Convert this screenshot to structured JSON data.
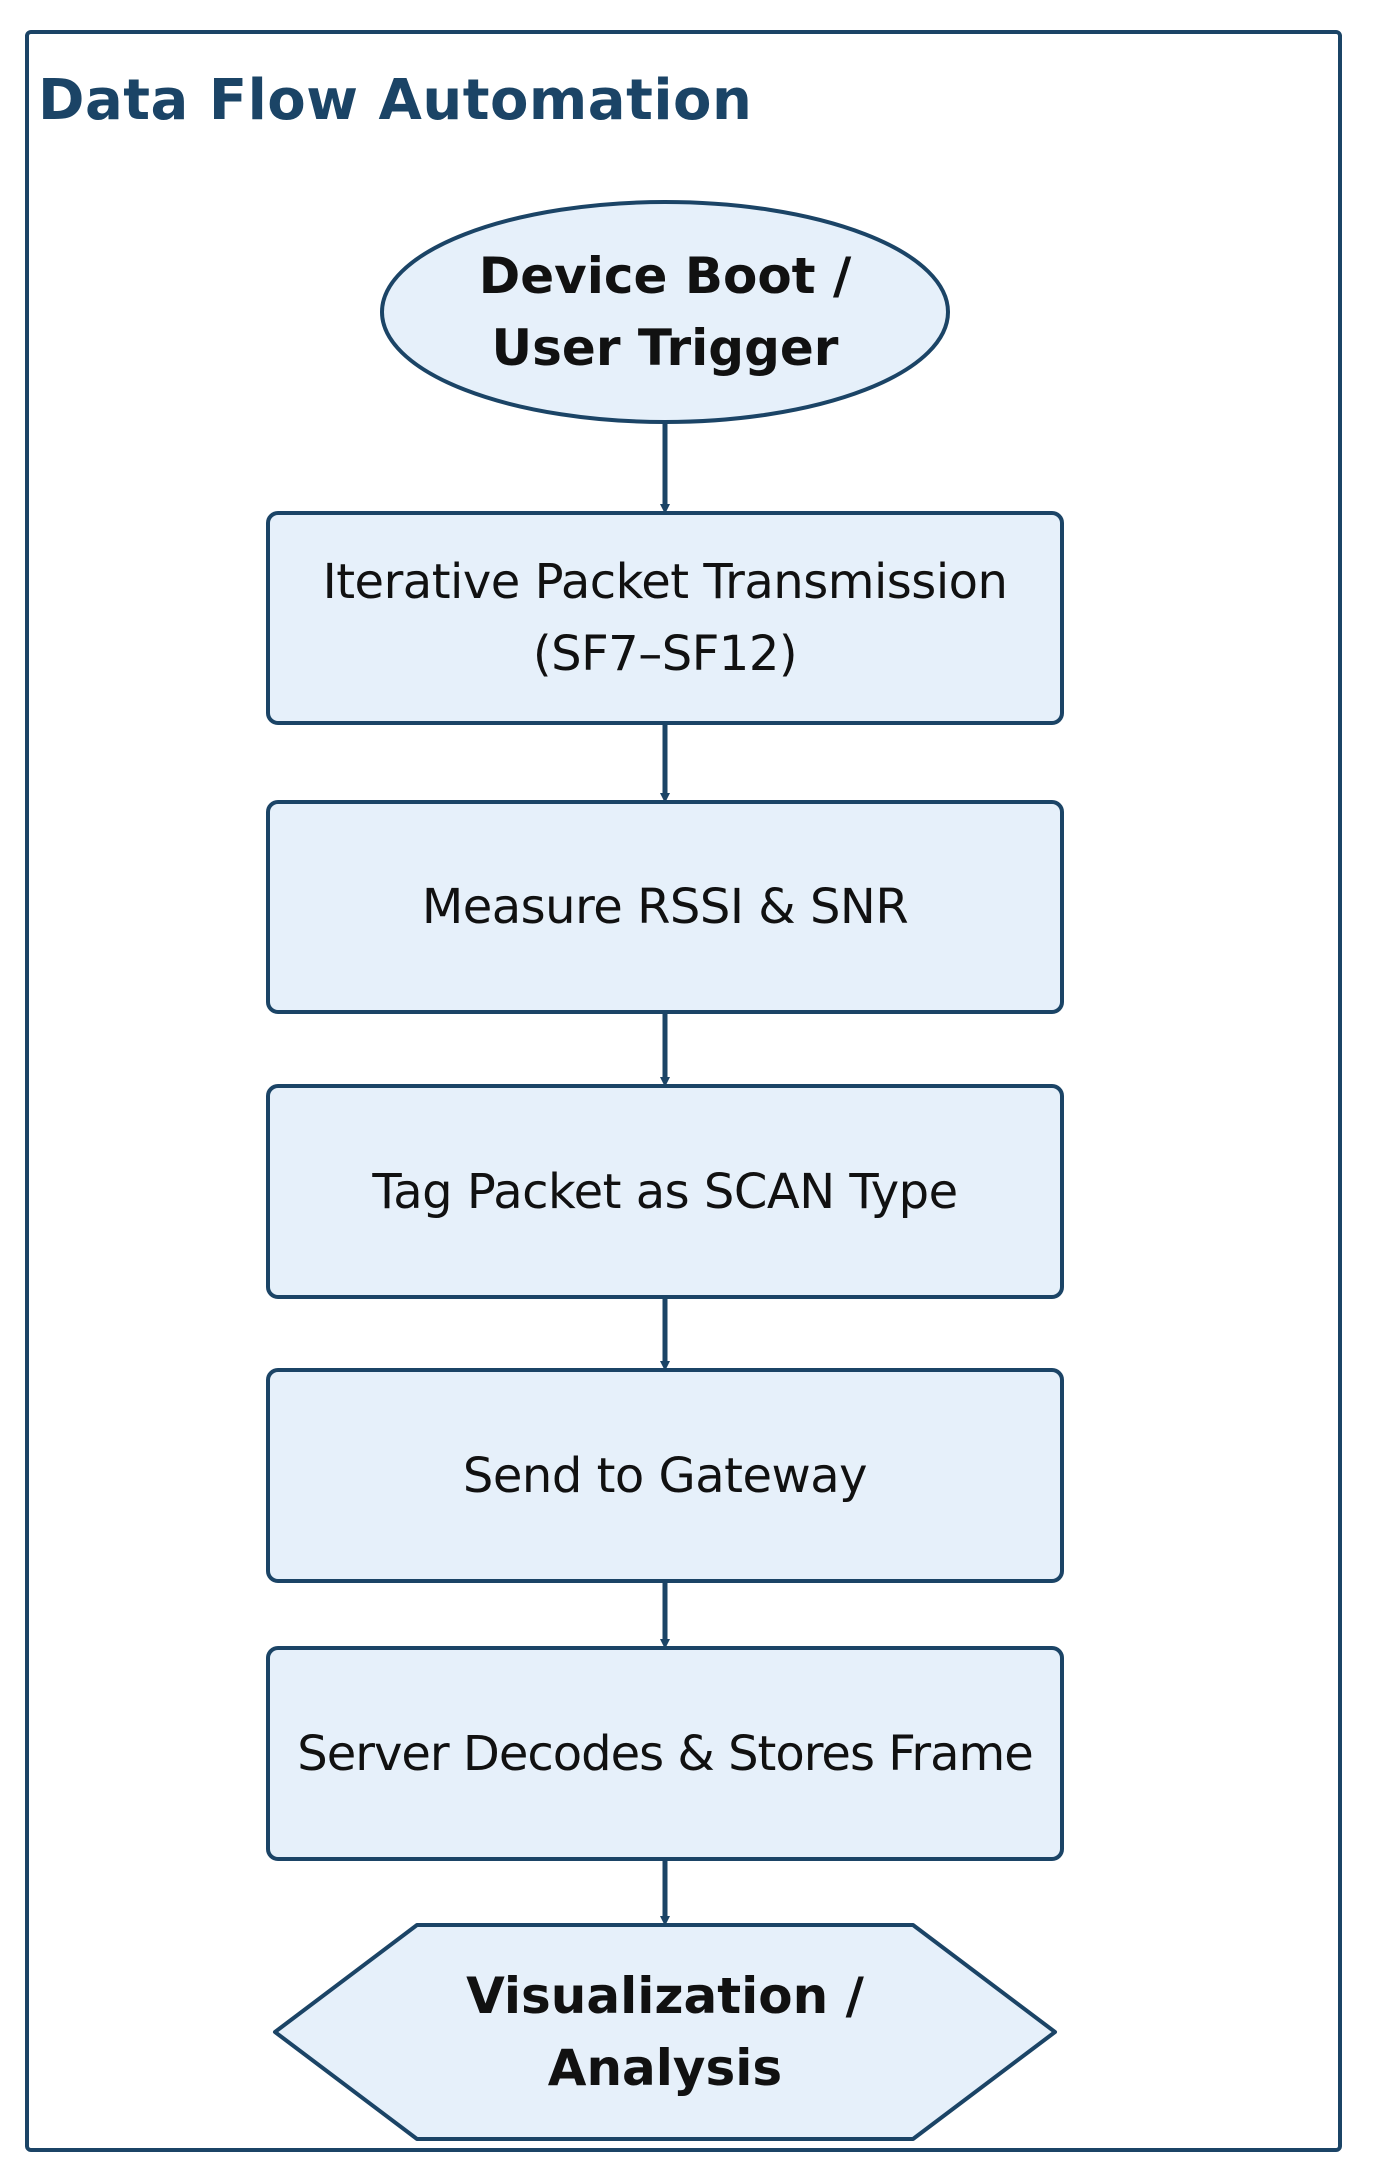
{
  "title": "Data Flow Automation",
  "colors": {
    "fill": "#e6f0fa",
    "stroke": "#1b4466",
    "text": "#111111"
  },
  "nodes": {
    "start": {
      "line1": "Device Boot /",
      "line2": "User Trigger"
    },
    "step1": {
      "line1": "Iterative Packet Transmission",
      "line2": "(SF7–SF12)"
    },
    "step2": {
      "label": "Measure RSSI & SNR"
    },
    "step3": {
      "label": "Tag Packet as SCAN Type"
    },
    "step4": {
      "label": "Send to Gateway"
    },
    "step5": {
      "label": "Server Decodes & Stores Frame"
    },
    "end": {
      "line1": "Visualization /",
      "line2": "Analysis"
    }
  }
}
